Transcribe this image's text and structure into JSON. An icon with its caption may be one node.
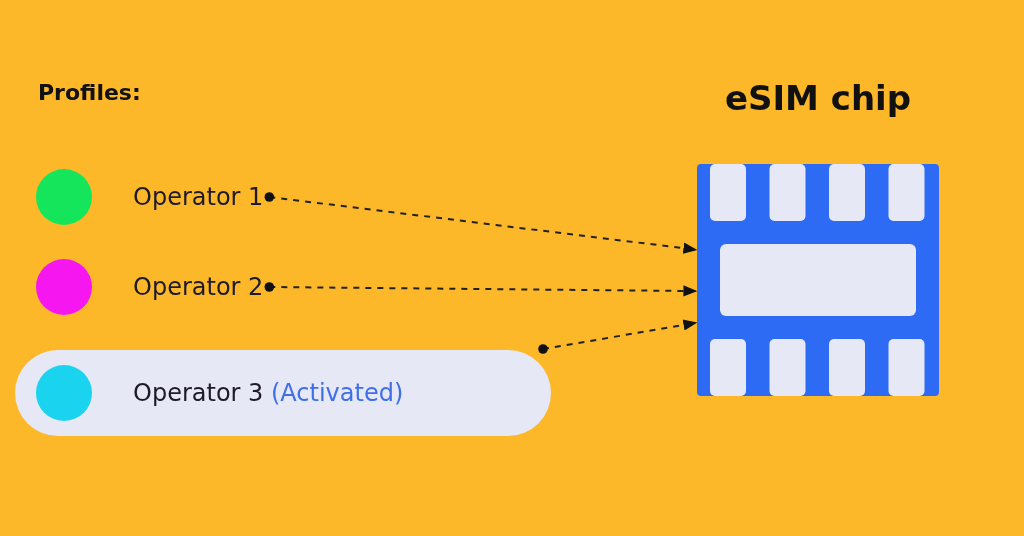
{
  "diagram": {
    "nodes": [
      {
        "text": [
          "Operator 1"
        ]
      },
      {
        "text": [
          "Operator 2"
        ]
      },
      {
        "text": [
          "Operator 3",
          "(Activated)"
        ]
      },
      {
        "text": [
          "eSIM chip"
        ]
      }
    ],
    "edges": [
      {
        "from": 0,
        "to": 3,
        "arrow": "to",
        "style": "dashed"
      },
      {
        "from": 1,
        "to": 3,
        "arrow": "to",
        "style": "dashed"
      },
      {
        "from": 2,
        "to": 3,
        "arrow": "to",
        "style": "dashed"
      }
    ],
    "labels": [
      "Profiles:"
    ]
  }
}
